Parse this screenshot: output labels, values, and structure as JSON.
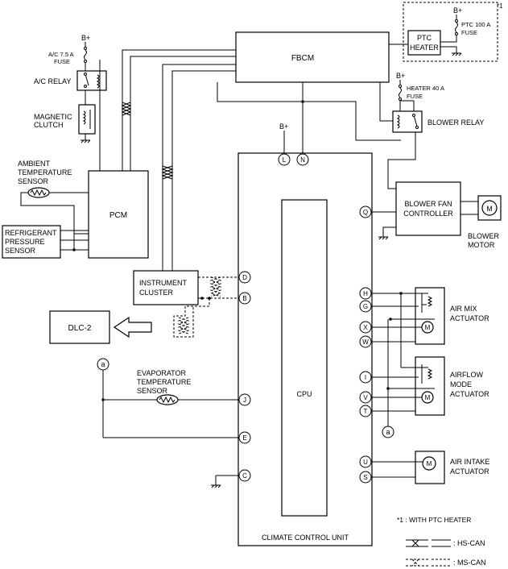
{
  "labels": {
    "fbcm": "FBCM",
    "pcm": "PCM",
    "ccu": "CLIMATE CONTROL UNIT",
    "cpu": "CPU",
    "instrument_cluster_1": "INSTRUMENT",
    "instrument_cluster_2": "CLUSTER",
    "dlc2": "DLC-2",
    "ptc_heater_1": "PTC",
    "ptc_heater_2": "HEATER",
    "blower_fan_ctrl_1": "BLOWER FAN",
    "blower_fan_ctrl_2": "CONTROLLER",
    "blower_motor_1": "BLOWER",
    "blower_motor_2": "MOTOR",
    "blower_relay": "BLOWER RELAY",
    "ac_relay": "A/C RELAY",
    "magnetic_clutch_1": "MAGNETIC",
    "magnetic_clutch_2": "CLUTCH",
    "ambient_sensor_1": "AMBIENT",
    "ambient_sensor_2": "TEMPERATURE",
    "ambient_sensor_3": "SENSOR",
    "refrigerant_sensor_1": "REFRIGERANT",
    "refrigerant_sensor_2": "PRESSURE",
    "refrigerant_sensor_3": "SENSOR",
    "evaporator_sensor_1": "EVAPORATOR",
    "evaporator_sensor_2": "TEMPERATURE",
    "evaporator_sensor_3": "SENSOR",
    "air_mix_1": "AIR MIX",
    "air_mix_2": "ACTUATOR",
    "airflow_mode_1": "AIRFLOW",
    "airflow_mode_2": "MODE",
    "airflow_mode_3": "ACTUATOR",
    "air_intake_1": "AIR INTAKE",
    "air_intake_2": "ACTUATOR",
    "ac_fuse_1": "A/C 7.5 A",
    "ac_fuse_2": "FUSE",
    "ptc_fuse_1": "PTC 100 A",
    "ptc_fuse_2": "FUSE",
    "heater_fuse_1": "HEATER 40 A",
    "heater_fuse_2": "FUSE",
    "bplus": "B+",
    "note_star": "*1",
    "note_text": "*1 : WITH PTC HEATER",
    "legend_hs": ": HS-CAN",
    "legend_ms": ": MS-CAN",
    "motor_m": "M",
    "connector_a": "a"
  },
  "pins": {
    "L": "L",
    "N": "N",
    "D": "D",
    "B": "B",
    "Q": "Q",
    "H": "H",
    "G": "G",
    "X": "X",
    "W": "W",
    "I": "I",
    "V": "V",
    "T": "T",
    "J": "J",
    "E": "E",
    "U": "U",
    "S": "S",
    "C": "C"
  }
}
